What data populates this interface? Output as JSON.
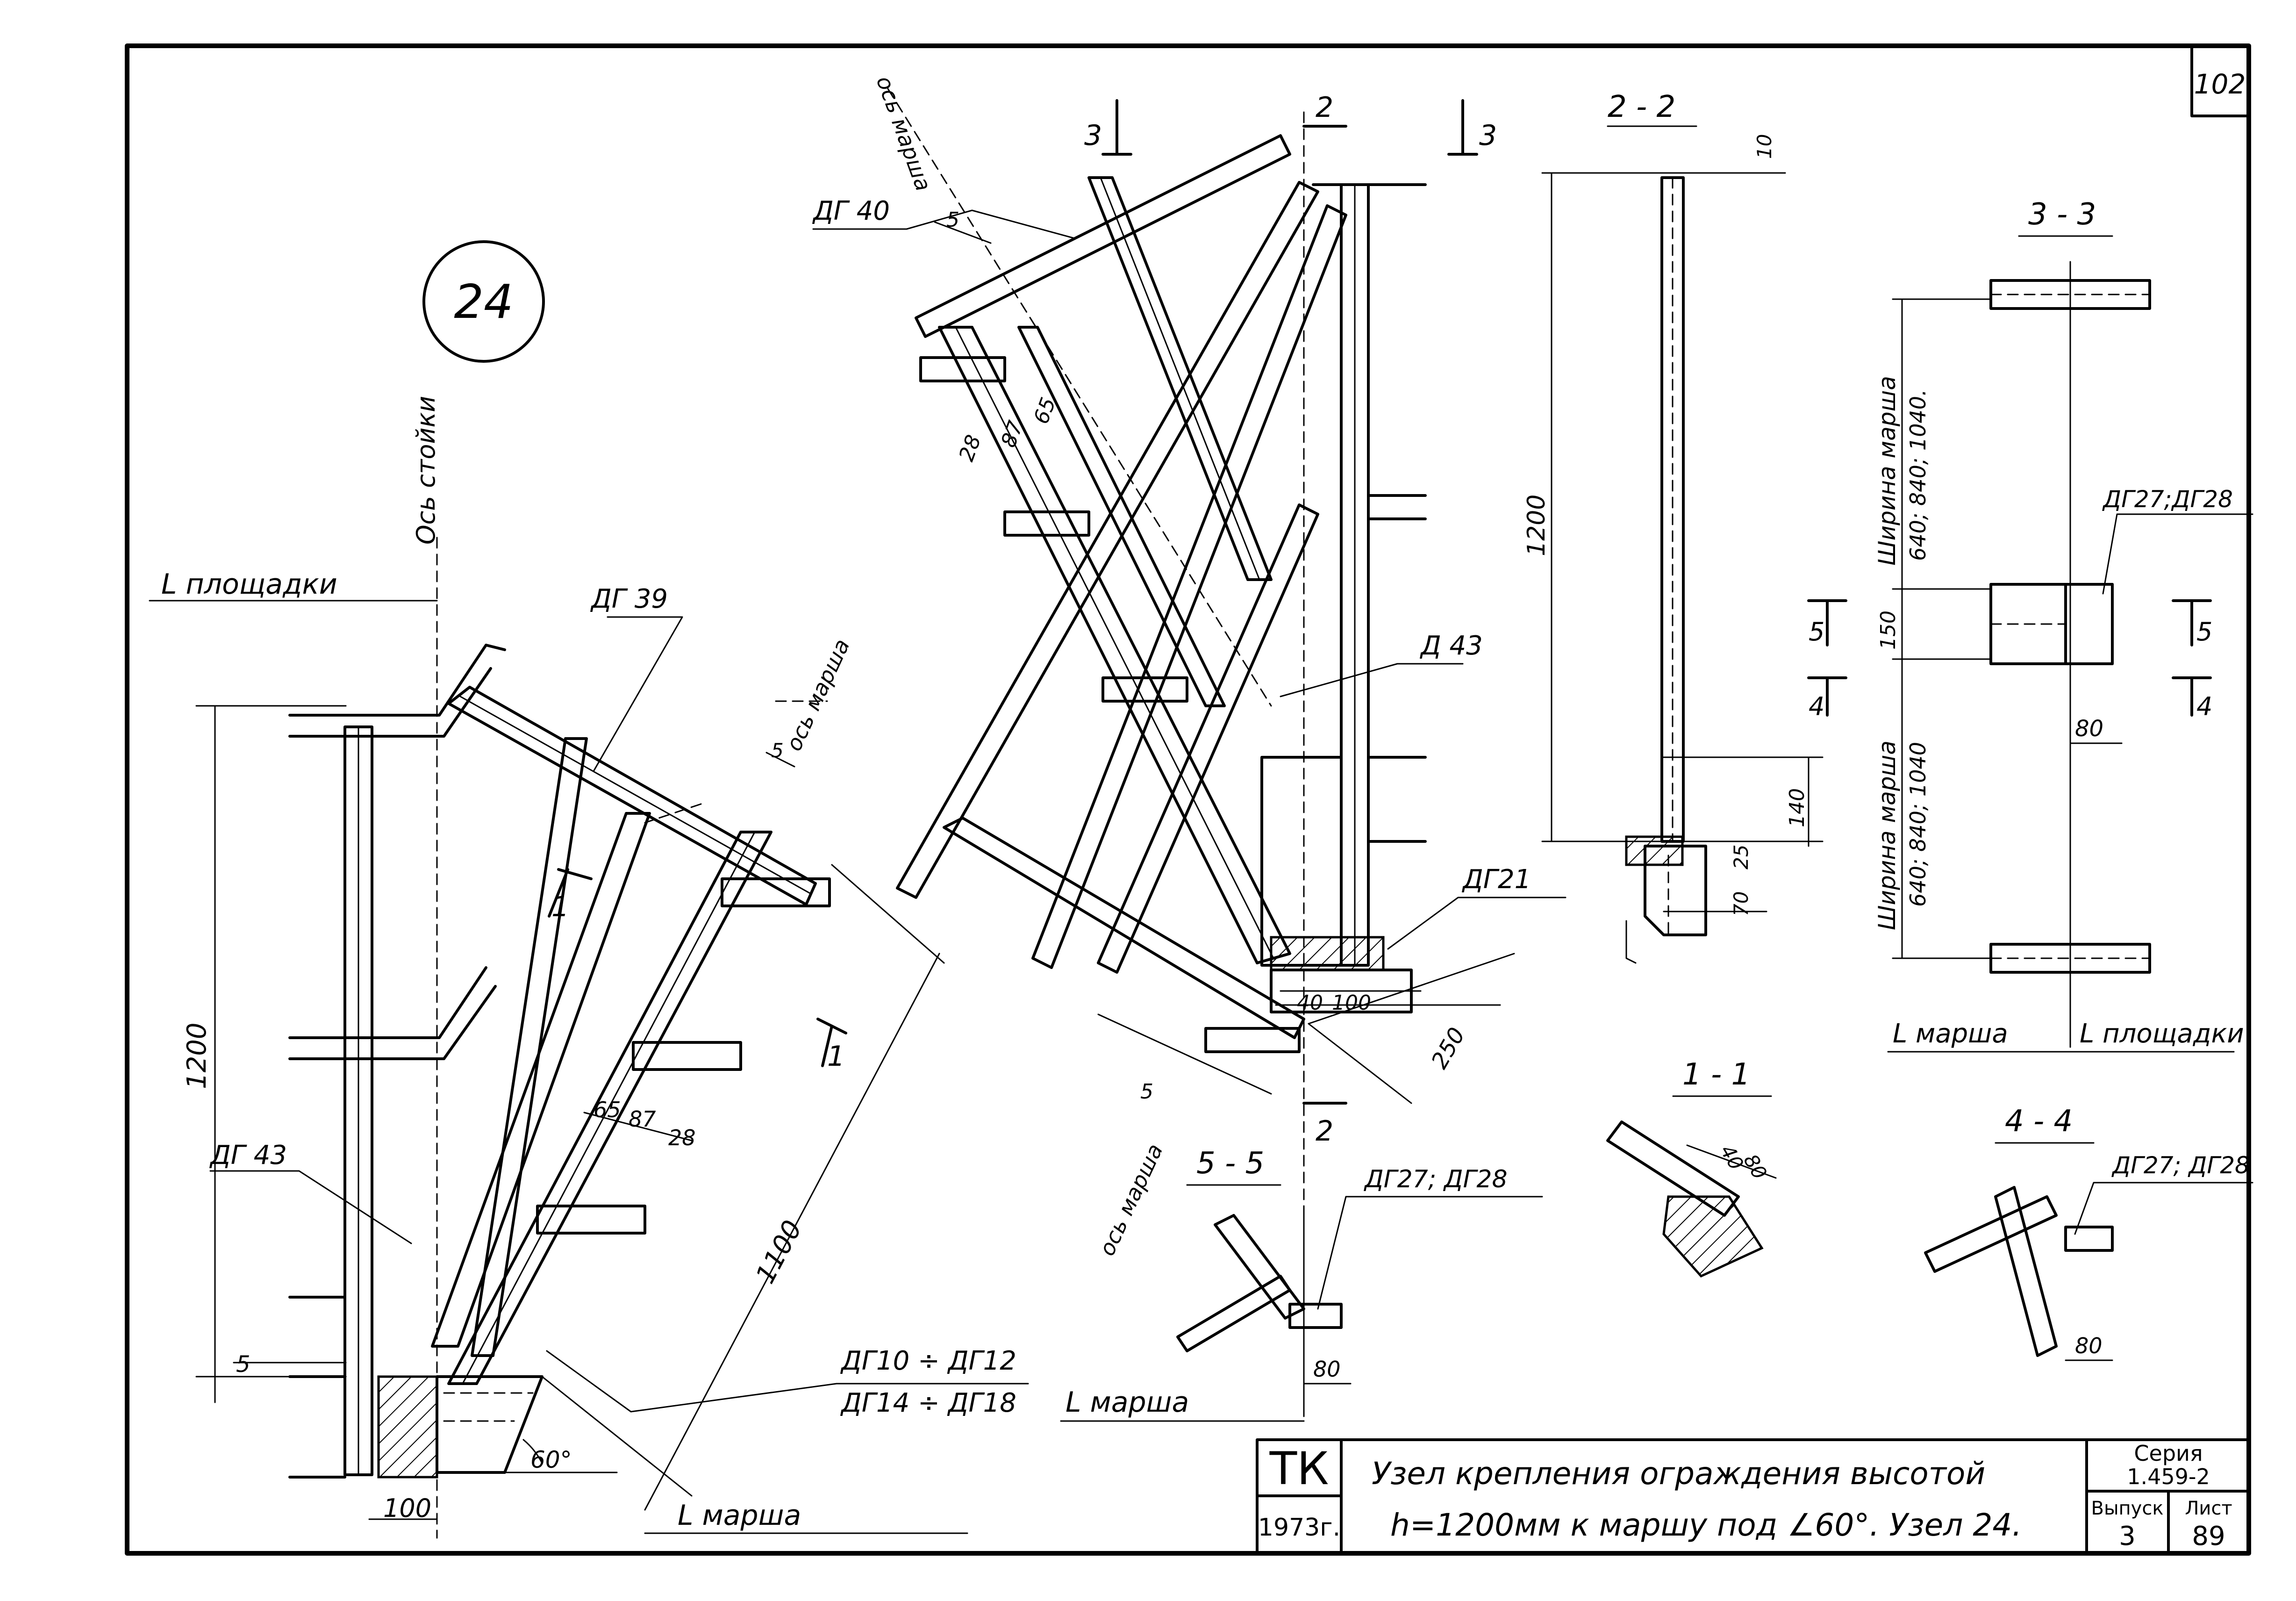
{
  "sheet": {
    "page_number": "102",
    "node_number": "24"
  },
  "labels": {
    "axis_stand": "Ось стойки",
    "landing_L_left": "L площадки",
    "axis_flight_left": "ось марша",
    "axis_flight_top": "ось марша",
    "axis_flight_bottom": "ось марша",
    "flight_L_left": "L марша",
    "flight_L_mid": "L марша",
    "flight_L_right": "L марша",
    "landing_L_right": "L площадки",
    "width_upper": "Ширина марша",
    "width_upper_values": "640; 840; 1040.",
    "width_lower": "Ширина марша",
    "width_lower_values": "640; 840; 1040"
  },
  "parts": {
    "dg39": "ДГ 39",
    "dg40": "ДГ 40",
    "d43_top": "Д 43",
    "dg43_left": "ДГ 43",
    "dg21": "ДГ21",
    "dg_ranges_1": "ДГ10 ÷ ДГ12",
    "dg_ranges_2": "ДГ14 ÷ ДГ18",
    "dg27_28_a": "ДГ27; ДГ28",
    "dg27_28_b": "ДГ27; ДГ28",
    "dg27_28_c": "ДГ27;ДГ28"
  },
  "sections": {
    "s22": "2 - 2",
    "s33": "3 - 3",
    "s11": "1 - 1",
    "s44": "4 - 4",
    "s55": "5 - 5",
    "mark3": "3",
    "mark2": "2",
    "mark1": "1",
    "mark5": "5",
    "mark4": "4"
  },
  "dims": {
    "d1200_left": "1200",
    "d1200_mid": "1200",
    "d1100": "1100",
    "d100_left": "100",
    "d100_mid": "100",
    "d40": "40",
    "d250": "250",
    "d5a": "5",
    "d5b": "5",
    "d5c": "5",
    "d5d": "5",
    "d65a": "65",
    "d87a": "87",
    "d28a": "28",
    "d65b": "65",
    "d87b": "87",
    "d28b": "28",
    "d60deg": "60°",
    "d10": "10",
    "d140": "140",
    "d70": "70",
    "d25": "25",
    "d150": "150",
    "d80a": "80",
    "d80b": "80",
    "d80c": "80",
    "d40b": "40",
    "d80d": "80"
  },
  "title_block": {
    "org": "ТК",
    "year": "1973г.",
    "title_line1": "Узел крепления ограждения высотой",
    "title_line2": "h=1200мм к маршу под ∠60°. Узел 24.",
    "series_label": "Серия",
    "series_value": "1.459-2",
    "issue_label": "Выпуск",
    "issue_value": "3",
    "sheet_label": "Лист",
    "sheet_value": "89"
  }
}
